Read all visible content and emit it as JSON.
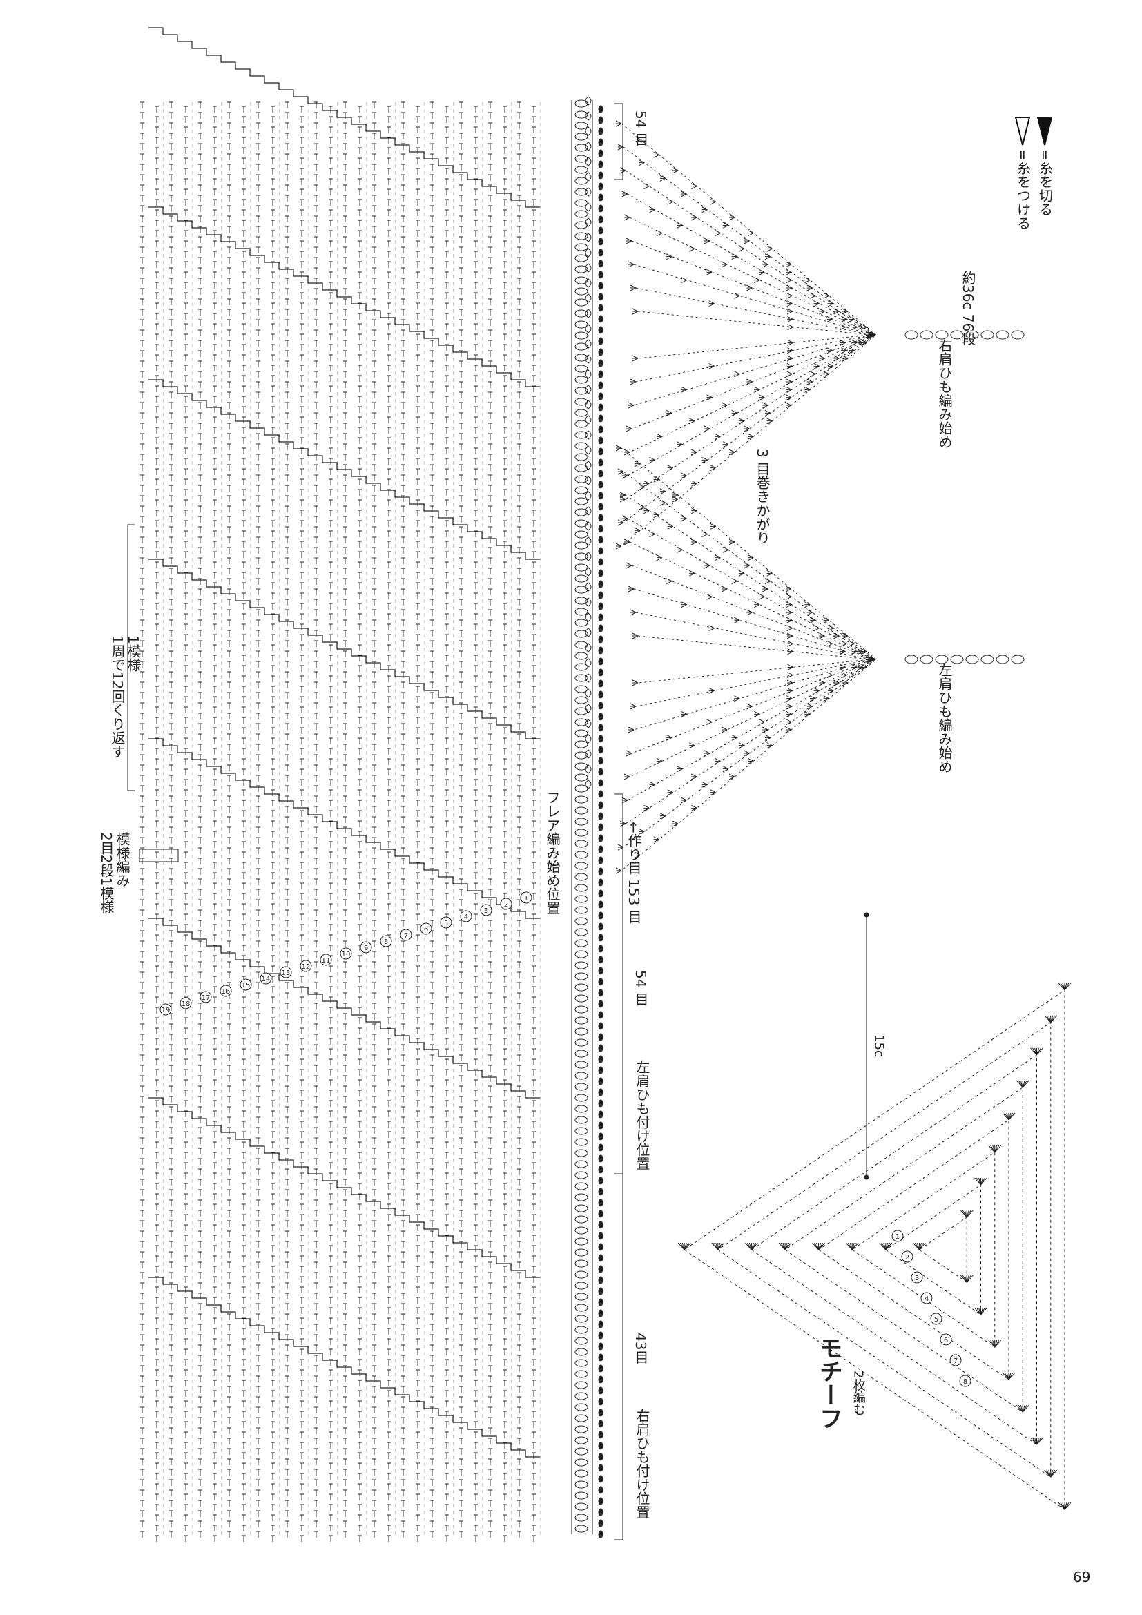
{
  "page_number": "69",
  "top_chart": {
    "repeat_label_1": "1模様",
    "repeat_label_2": "1周で12回くり返す",
    "pattern_label_1": "模様編み",
    "pattern_label_2": "2目2段1模様",
    "flare_label": "フレア編み始め位置",
    "cast_on_label": "←作り目 153 目",
    "stitches_54_a": "54 目",
    "stitches_54_b": "54 目",
    "stitches_43": "43目",
    "left_strap_pos": "左肩ひも付け位置",
    "right_strap_pos": "右肩ひも付け位置",
    "row_numbers": [
      "1",
      "2",
      "3",
      "4",
      "5",
      "6",
      "7",
      "8",
      "9",
      "10",
      "11",
      "12",
      "13",
      "14",
      "15",
      "16",
      "17",
      "18",
      "19"
    ]
  },
  "bodice": {
    "right_strap_start": "右肩ひも編み始め",
    "left_strap_start": "左肩ひも編み始め",
    "strap_length": "約36c",
    "strap_rows": "76段",
    "wrap_note": "3 目巻きかがり"
  },
  "legend": {
    "attach_yarn": "=糸をつける",
    "cut_yarn": "=糸を切る"
  },
  "motif": {
    "title": "モチーフ",
    "subtitle": "2枚編む",
    "size": "15c",
    "round_numbers": [
      "1",
      "2",
      "3",
      "4",
      "5",
      "6",
      "7",
      "8"
    ]
  }
}
